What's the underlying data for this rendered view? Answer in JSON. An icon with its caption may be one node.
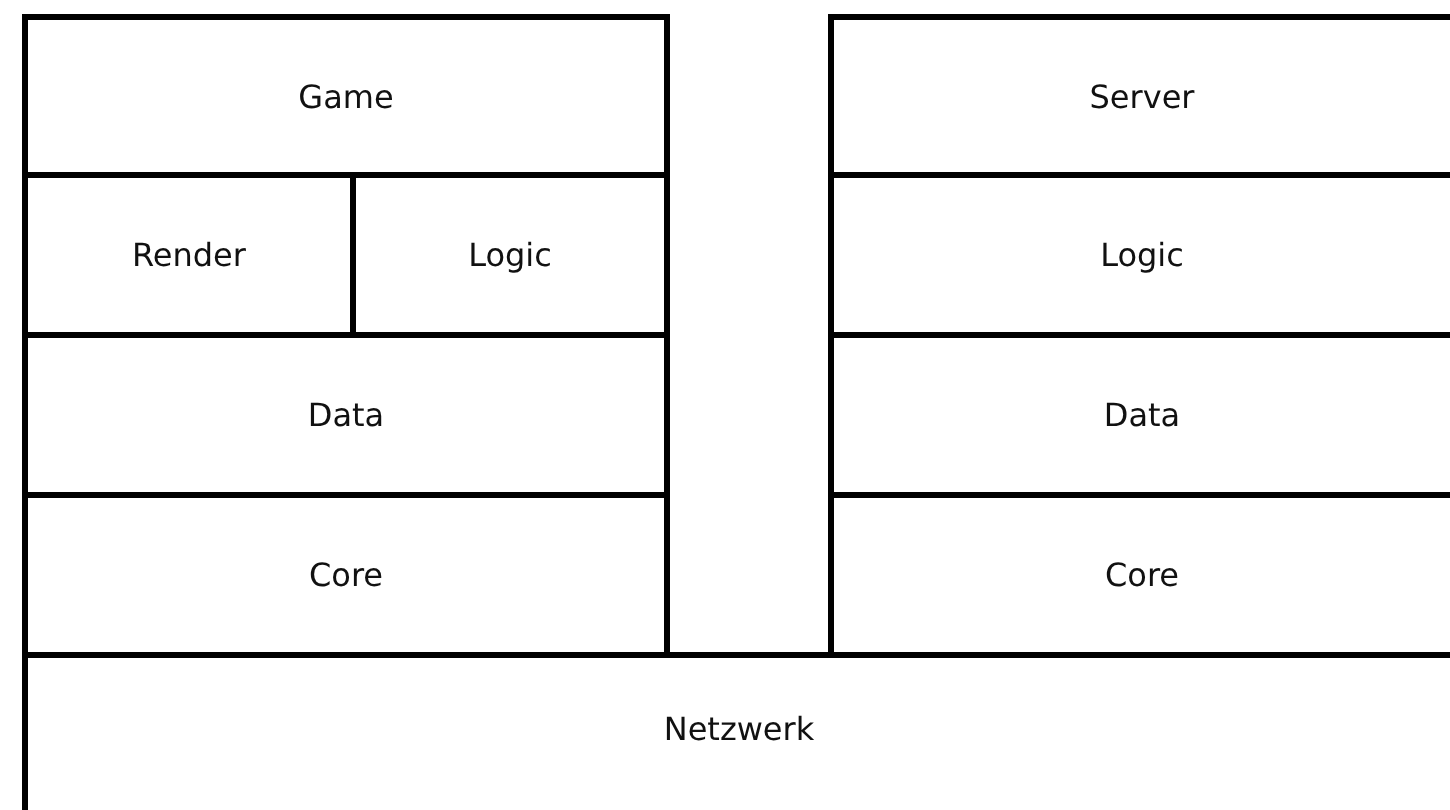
{
  "diagram": {
    "nodes": [
      {
        "text": [
          "Game"
        ]
      },
      {
        "text": [
          "Render"
        ]
      },
      {
        "text": [
          "Logic"
        ]
      },
      {
        "text": [
          "Data"
        ]
      },
      {
        "text": [
          "Core"
        ]
      },
      {
        "text": [
          "Server"
        ]
      },
      {
        "text": [
          "Logic"
        ]
      },
      {
        "text": [
          "Data"
        ]
      },
      {
        "text": [
          "Core"
        ]
      },
      {
        "text": [
          "Netzwerk"
        ]
      }
    ]
  }
}
